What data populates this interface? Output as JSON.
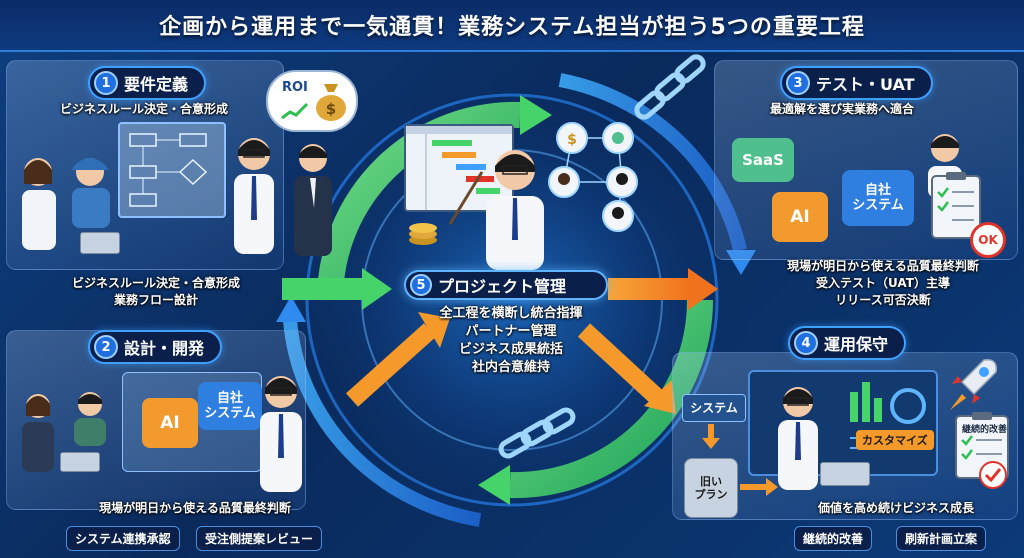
{
  "title": "企画から運用まで一気通貫！業務システム担当が担う5つの重要工程",
  "steps": {
    "s1": {
      "num": "1",
      "title": "要件定義",
      "caption_top": "ビジネスルール決定・合意形成",
      "bullets": [
        "ビジネスルール決定・合意形成",
        "業務フロー設計"
      ],
      "bubble_text": "ROI"
    },
    "s2": {
      "num": "2",
      "title": "設計・開発",
      "puzzle_ai": "AI",
      "puzzle_system": "自社\nシステム",
      "caption": "現場が明日から使える品質最終判断",
      "pills": [
        "システム連携承認",
        "受注側提案レビュー"
      ]
    },
    "s3": {
      "num": "3",
      "title": "テスト・UAT",
      "caption_top": "最適解を選び実業務へ適合",
      "puzzle_saas": "SaaS",
      "puzzle_ai": "AI",
      "puzzle_system": "自社\nシステム",
      "ok": "OK",
      "bullets": [
        "現場が明日から使える品質最終判断",
        "受入テスト（UAT）主導",
        "リリース可否決断"
      ]
    },
    "s4": {
      "num": "4",
      "title": "運用保守",
      "system_box": "システム",
      "old_plan": "旧い\nプラン",
      "customize": "カスタマイズ",
      "clipboard_title": "継続的改善",
      "caption": "価値を高め続けビジネス成長",
      "pills": [
        "継続的改善",
        "刷新計画立案"
      ]
    },
    "s5": {
      "num": "5",
      "title": "プロジェクト管理",
      "bullets": [
        "全工程を横断し統合指揮",
        "パートナー管理",
        "ビジネス成果統括",
        "社内合意維持"
      ]
    }
  },
  "colors": {
    "background": "#0b3370",
    "accent_blue": "#3fa0ff",
    "arrow_green": "#46d36a",
    "arrow_orange": "#f59a2a",
    "puzzle_orange": "#f29a2e",
    "puzzle_blue": "#2f7fe0",
    "puzzle_green": "#4fc08d"
  },
  "icons": [
    "money-bag-icon",
    "chain-link-icon",
    "rocket-icon",
    "clipboard-icon",
    "pointer-icon"
  ]
}
